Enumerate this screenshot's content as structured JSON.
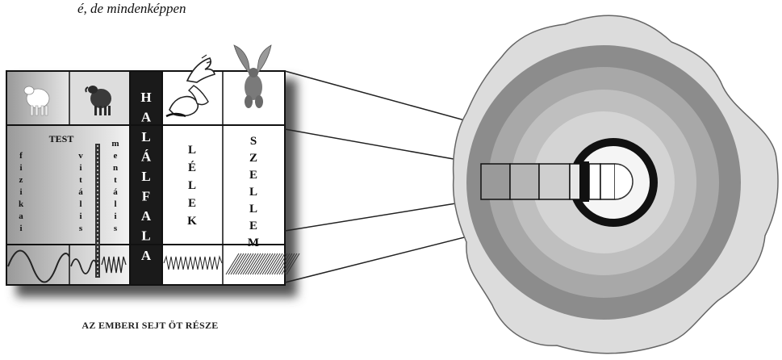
{
  "top_fragment": "é, de mindenképpen",
  "caption": "AZ EMBERI SEJT ÖT RÉSZE",
  "body_section": {
    "title": "TEST",
    "columns": [
      {
        "letters": [
          "f",
          "i",
          "z",
          "i",
          "k",
          "a",
          "i"
        ]
      },
      {
        "letters": [
          "v",
          "i",
          "t",
          "á",
          "l",
          "i",
          "s"
        ]
      },
      {
        "letters": [
          "m",
          "e",
          "n",
          "t",
          "á",
          "l",
          "i",
          "s"
        ]
      }
    ]
  },
  "death_wall": {
    "letters": [
      "H",
      "A",
      "L",
      "Á",
      "L",
      "F",
      "A",
      "L",
      "A"
    ]
  },
  "soul": {
    "letters": [
      "L",
      "É",
      "L",
      "E",
      "K"
    ]
  },
  "spirit": {
    "letters": [
      "S",
      "Z",
      "E",
      "L",
      "L",
      "E",
      "M"
    ]
  },
  "icons": [
    "lamb-icon",
    "ram-icon",
    "horse-angel-icon",
    "winged-figure-icon"
  ],
  "colors": {
    "dark_band": "#1a1a1a",
    "rings": [
      "#8c8c8c",
      "#a8a8a8",
      "#bfbfbf",
      "#d4d4d4"
    ],
    "cell_body": "#dcdcdc"
  }
}
